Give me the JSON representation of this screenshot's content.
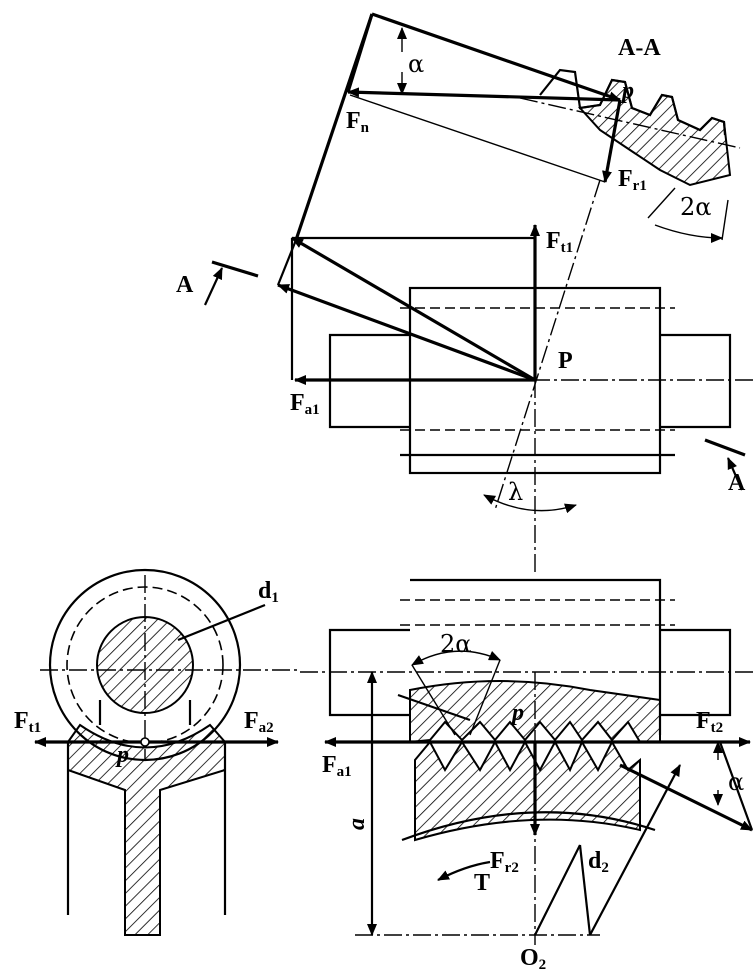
{
  "labels": {
    "section": "A-A",
    "alpha": "α",
    "two_alpha": "2α",
    "lambda": "λ",
    "p": "p",
    "P": "P",
    "A": "A",
    "a": "a",
    "T": "T",
    "d1": {
      "main": "d",
      "sub": "1"
    },
    "d2": {
      "main": "d",
      "sub": "2"
    },
    "O2": {
      "main": "O",
      "sub": "2"
    },
    "Fn": {
      "main": "F",
      "sub": "n"
    },
    "Fr1": {
      "main": "F",
      "sub": "r1"
    },
    "Ft1": {
      "main": "F",
      "sub": "t1"
    },
    "Fa1": {
      "main": "F",
      "sub": "a1"
    },
    "Fa2": {
      "main": "F",
      "sub": "a2"
    },
    "Ft2": {
      "main": "F",
      "sub": "t2"
    },
    "Fr2": {
      "main": "F",
      "sub": "r2"
    }
  }
}
